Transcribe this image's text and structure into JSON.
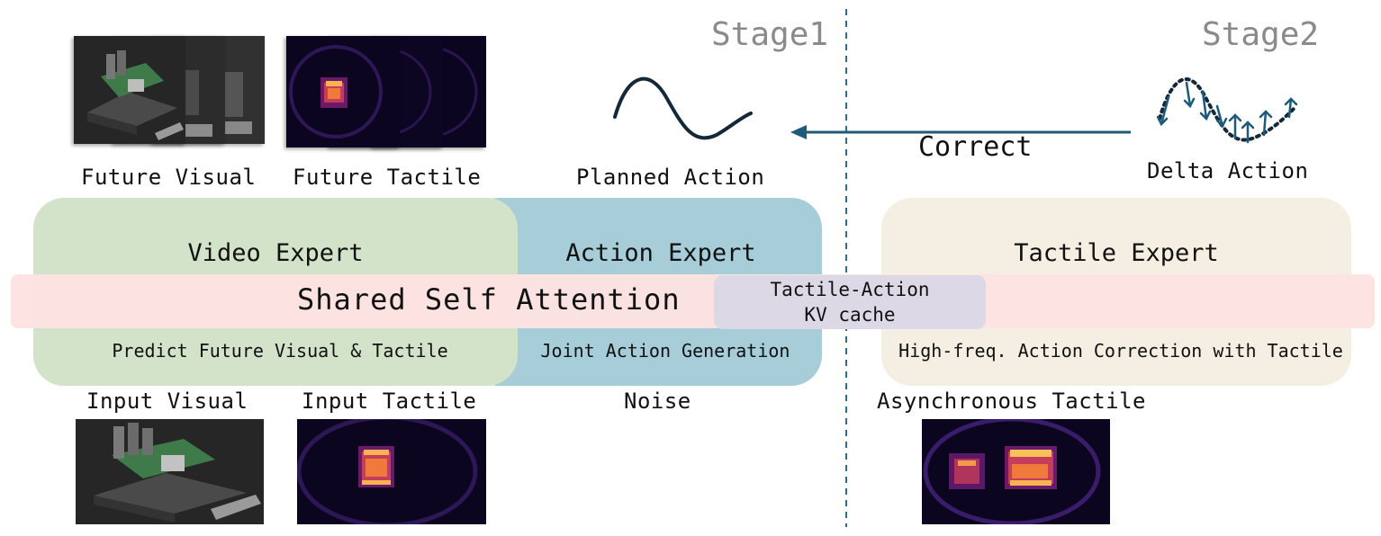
{
  "stages": {
    "stage1": "Stage1",
    "stage2": "Stage2"
  },
  "top": {
    "future_visual": "Future Visual",
    "future_tactile": "Future Tactile",
    "planned_action": "Planned Action",
    "correct": "Correct",
    "delta_action": "Delta Action"
  },
  "experts": {
    "video": {
      "title": "Video Expert",
      "subtitle": "Predict Future Visual & Tactile"
    },
    "action": {
      "title": "Action Expert",
      "subtitle": "Joint Action Generation"
    },
    "tactile": {
      "title": "Tactile Expert",
      "subtitle": "High-freq. Action Correction with Tactile"
    }
  },
  "attention": {
    "label": "Shared Self Attention"
  },
  "kv_cache": {
    "line1": "Tactile-Action",
    "line2": "KV cache"
  },
  "bottom": {
    "input_visual": "Input Visual",
    "input_tactile": "Input Tactile",
    "noise": "Noise",
    "async_tactile": "Asynchronous Tactile"
  },
  "colors": {
    "video_expert": "#d2e3c9",
    "action_expert": "#a7cdd9",
    "tactile_expert": "#f5eee2",
    "attention_band": "#fde3e2",
    "kv_cache": "#ddd8e6",
    "arrow": "#1f5a78",
    "stage_text": "#8a8a8a"
  },
  "icons": [
    "robot-board-image",
    "tactile-heatmap-image",
    "sine-wave-icon",
    "delta-action-icon",
    "left-arrow-icon"
  ]
}
